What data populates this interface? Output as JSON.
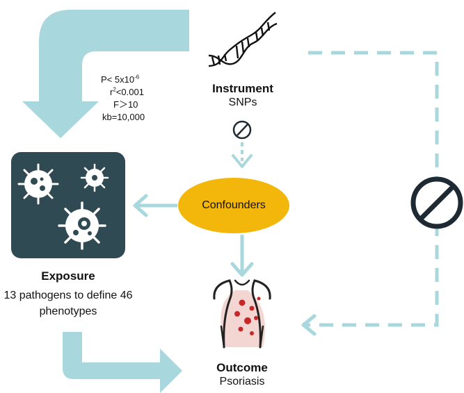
{
  "criteria": {
    "p_prefix": "P< 5x10",
    "p_exp": "-6",
    "r_prefix": "r",
    "r_exp": "2",
    "r_suffix": "<0.001",
    "f": "F＞10",
    "kb": "kb=10,000"
  },
  "instrument": {
    "title": "Instrument",
    "subtitle": "SNPs"
  },
  "exposure": {
    "title": "Exposure",
    "line1": "13 pathogens to define 46",
    "line2": "phenotypes"
  },
  "confounders": {
    "label": "Confounders"
  },
  "outcome": {
    "title": "Outcome",
    "subtitle": "Psoriasis"
  },
  "colors": {
    "arrow": "#a8d8dd",
    "exposure_box": "#2f4a52",
    "confounder_fill": "#f2b70a",
    "prohibit_stroke": "#1e2a33",
    "dots": "#c62828",
    "skin": "#f3d6d2"
  },
  "icons": [
    "dna-icon",
    "virus-icon",
    "human-torso-icon",
    "prohibited-icon"
  ]
}
